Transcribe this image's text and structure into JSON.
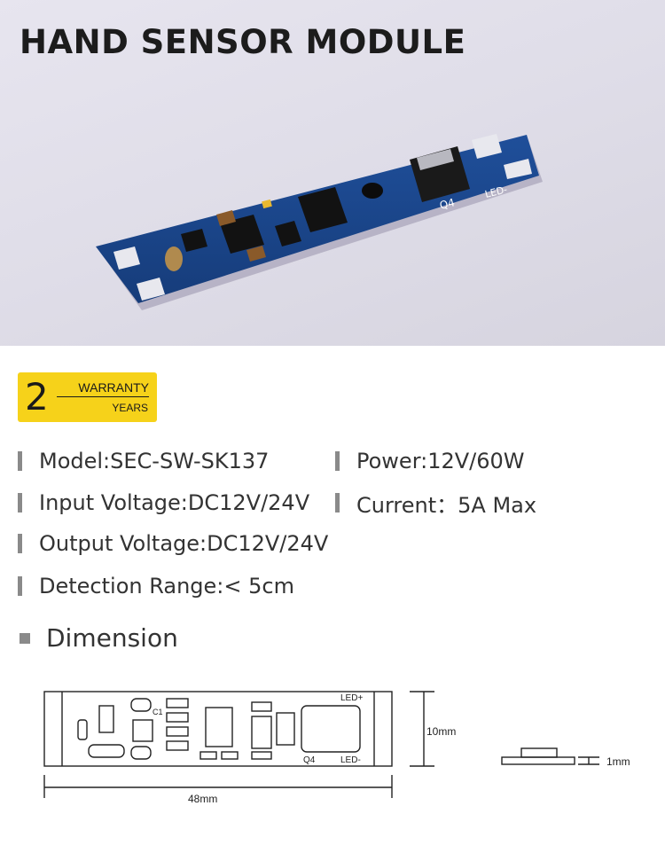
{
  "header": {
    "title": "HAND SENSOR MODULE"
  },
  "product_photo": {
    "board_labels": {
      "q4": "Q4",
      "led_minus": "LED-"
    }
  },
  "warranty": {
    "number": "2",
    "label": "WARRANTY",
    "unit": "YEARS",
    "color": "#f6d21a"
  },
  "specs": {
    "model": "Model:SEC-SW-SK137",
    "power": "Power:12V/60W",
    "input_voltage": "Input Voltage:DC12V/24V",
    "current": "Current：5A Max",
    "output_voltage": "Output Voltage:DC12V/24V",
    "detection_range": "Detection Range:< 5cm"
  },
  "dimension": {
    "title": "Dimension",
    "length": "48mm",
    "width": "10mm",
    "thickness": "1mm",
    "diagram_labels": {
      "led_plus": "LED+",
      "led_minus": "LED-",
      "q4": "Q4",
      "c1": "C1"
    }
  }
}
